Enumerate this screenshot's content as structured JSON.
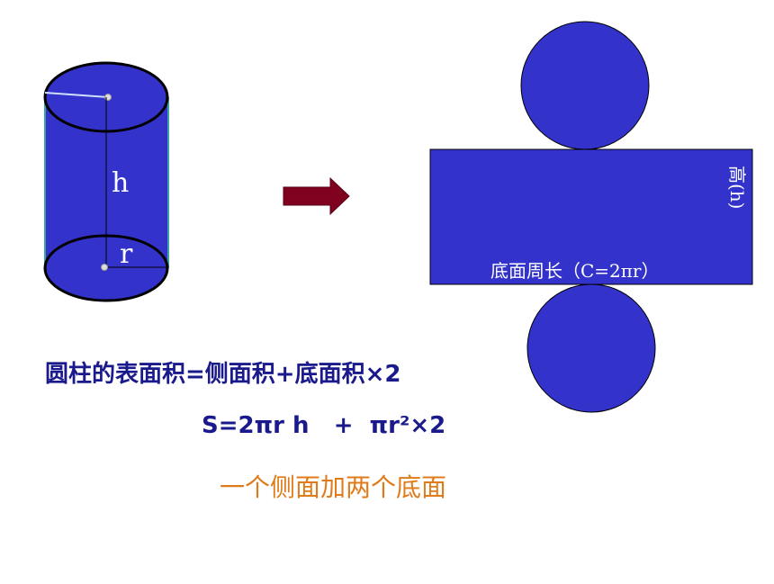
{
  "cylinder": {
    "height_label": "h",
    "radius_label": "r"
  },
  "net": {
    "rect_bottom_label": "底面周长（C=2πr）",
    "rect_side_label": "高(h)"
  },
  "formulas": {
    "line1": "圆柱的表面积=侧面积+底面积×2",
    "line2": "S=2πr h   +  πr²×2",
    "caption": "一个侧面加两个底面"
  },
  "colors": {
    "shape_fill": "#3333cc",
    "outline": "#000000",
    "arrow": "#800020",
    "formula_text": "#1a1a8c",
    "caption_text": "#e07b1a"
  }
}
